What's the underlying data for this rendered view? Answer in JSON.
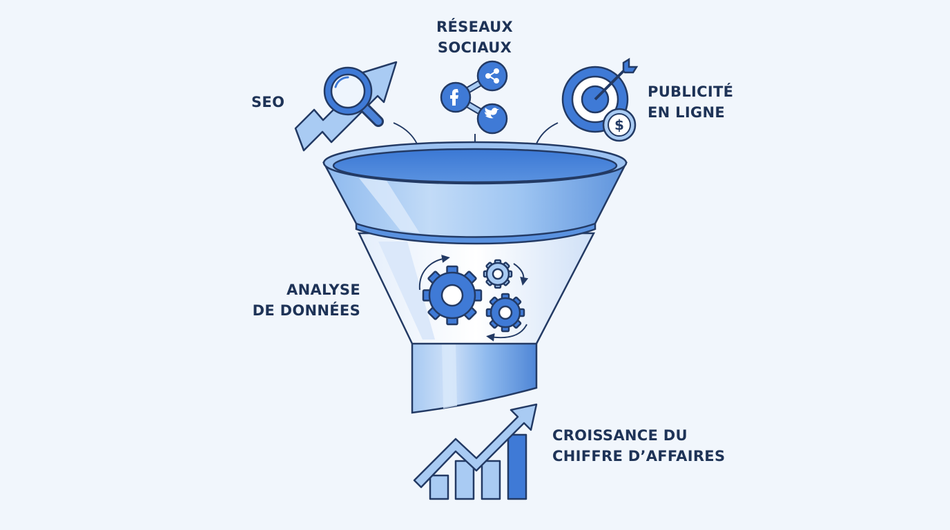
{
  "sources": {
    "seo": {
      "lines": [
        "SEO"
      ],
      "icon": "seo-magnifier-growth-icon"
    },
    "social": {
      "lines": [
        "RÉSEAUX",
        "SOCIAUX"
      ],
      "icon": "social-network-icon"
    },
    "ads": {
      "lines": [
        "PUBLICITÉ",
        "EN LIGNE"
      ],
      "icon": "target-dollar-icon"
    }
  },
  "process": {
    "lines": [
      "ANALYSE",
      "DE DONNÉES"
    ],
    "icon": "gears-icon"
  },
  "outcome": {
    "lines": [
      "CROISSANCE DU",
      "CHIFFRE D’AFFAIRES"
    ],
    "icon": "growth-bar-chart-icon"
  },
  "colors": {
    "text": "#1e3357",
    "outline": "#233a64",
    "primary": "#3f7ad6",
    "light": "#a9cbf3",
    "pale": "#dce9fb",
    "background": "#f1f6fc"
  }
}
